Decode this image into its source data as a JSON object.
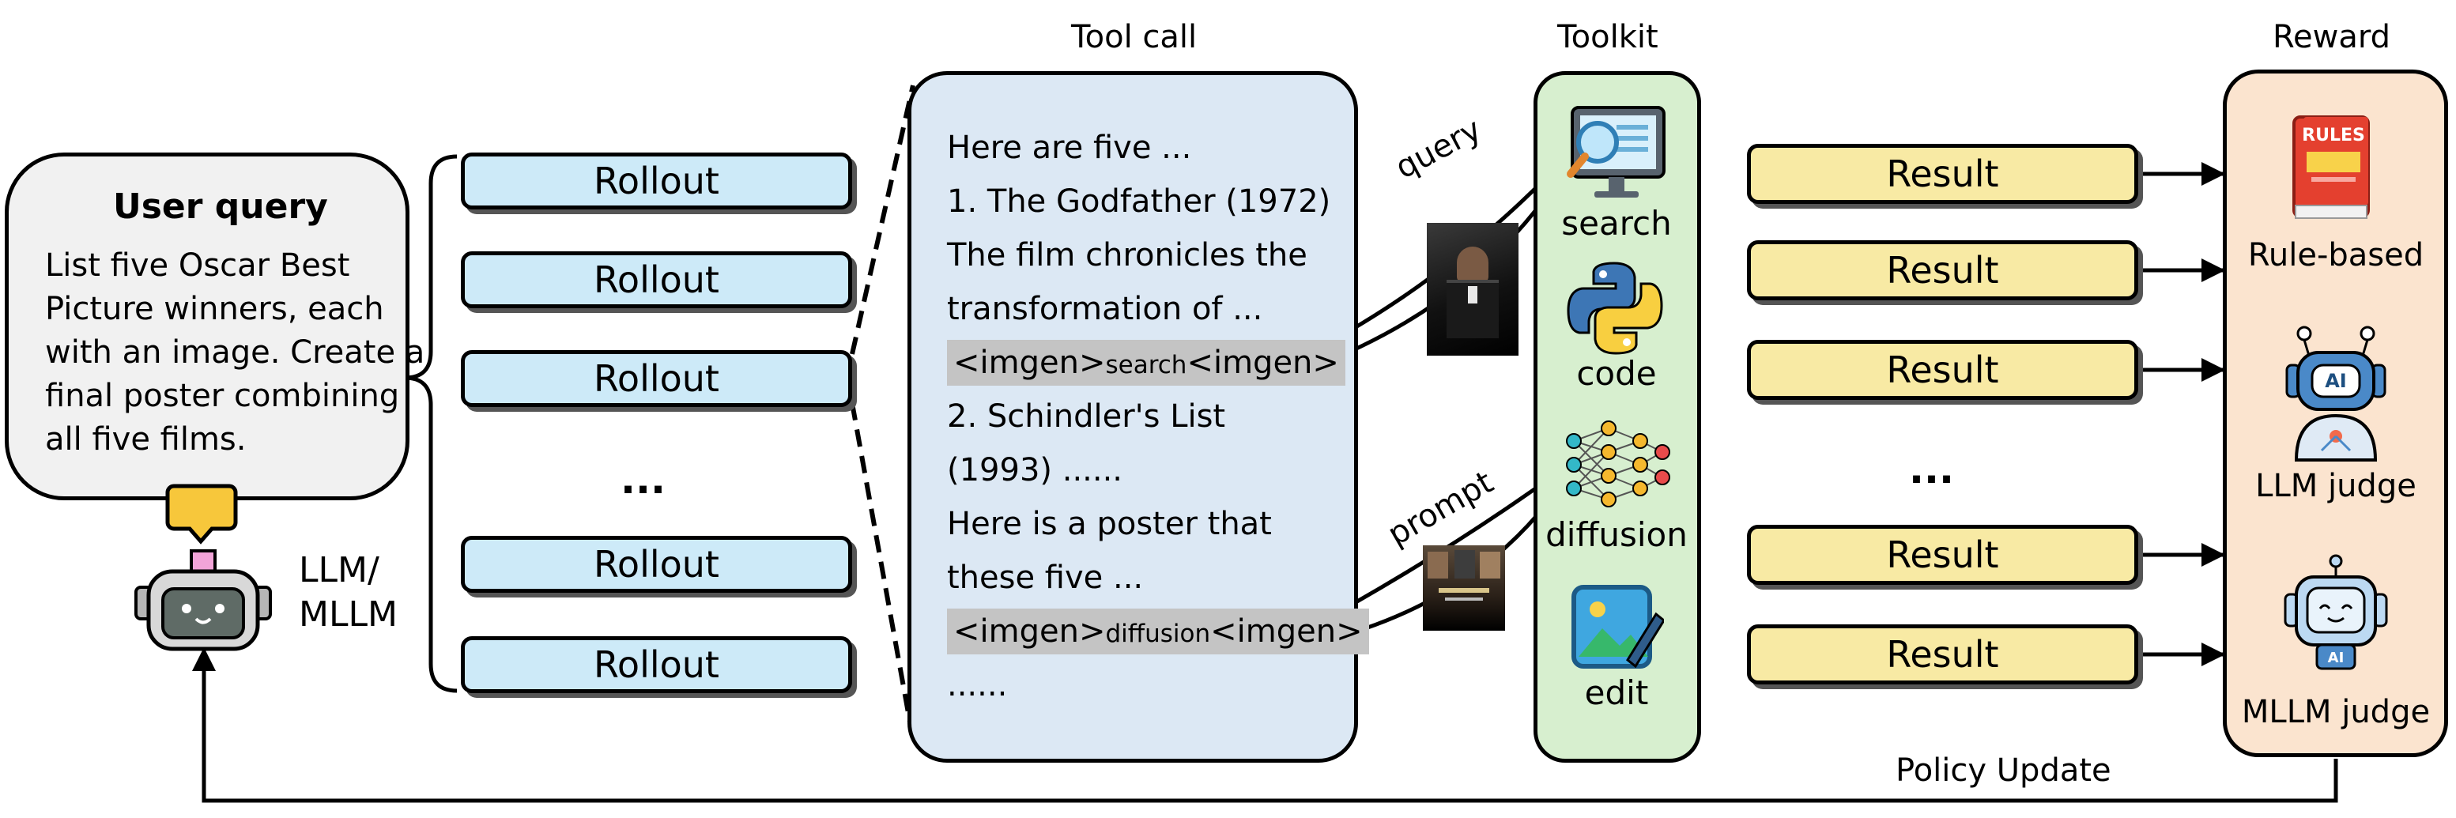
{
  "user_query": {
    "title": "User query",
    "lines": [
      "List five Oscar Best",
      "Picture winners, each",
      "with an image. Create a",
      "final poster combining",
      "all five films."
    ]
  },
  "model_label": [
    "LLM/",
    "MLLM"
  ],
  "rollouts": [
    "Rollout",
    "Rollout",
    "Rollout",
    "Rollout",
    "Rollout"
  ],
  "rollout_ellipsis": "...",
  "tool_call": {
    "title": "Tool call",
    "line1": "Here are five ...",
    "line2": "1. The Godfather (1972)",
    "line3": "The film chronicles the",
    "line4": "transformation of ...",
    "tag1": {
      "open": "<imgen>",
      "mid": "search",
      "close": "<imgen>"
    },
    "line6": "2. Schindler's List",
    "line7": "(1993) ......",
    "line8": "Here is a poster that",
    "line9": "these five ...",
    "tag2": {
      "open": "<imgen>",
      "mid": "diffusion",
      "close": "<imgen>"
    },
    "line11": "......"
  },
  "edge_labels": {
    "query": "query",
    "prompt": "prompt"
  },
  "toolkit": {
    "title": "Toolkit",
    "tools": [
      {
        "name": "search",
        "icon": "monitor-search-icon"
      },
      {
        "name": "code",
        "icon": "python-logo-icon"
      },
      {
        "name": "diffusion",
        "icon": "neural-network-icon"
      },
      {
        "name": "edit",
        "icon": "image-edit-icon"
      }
    ]
  },
  "results": [
    "Result",
    "Result",
    "Result",
    "Result",
    "Result"
  ],
  "results_ellipsis": "...",
  "reward": {
    "title": "Reward",
    "items": [
      {
        "name": "Rule-based",
        "icon": "rules-book-icon",
        "icon_text": "RULES"
      },
      {
        "name": "LLM judge",
        "icon": "ai-robot-icon",
        "icon_text": "AI"
      },
      {
        "name": "MLLM judge",
        "icon": "ai-robot-face-icon",
        "icon_text": "AI"
      }
    ]
  },
  "policy_update": "Policy Update",
  "colors": {
    "rollout": "#cdeaf8",
    "result": "#f8eaa4",
    "tool_call_bg": "#dce8f4",
    "toolkit_bg": "#d7efcf",
    "reward_bg": "#fbe4cf",
    "user_query_bg": "#f1f1f1",
    "tag_highlight": "#c4c4c4"
  }
}
